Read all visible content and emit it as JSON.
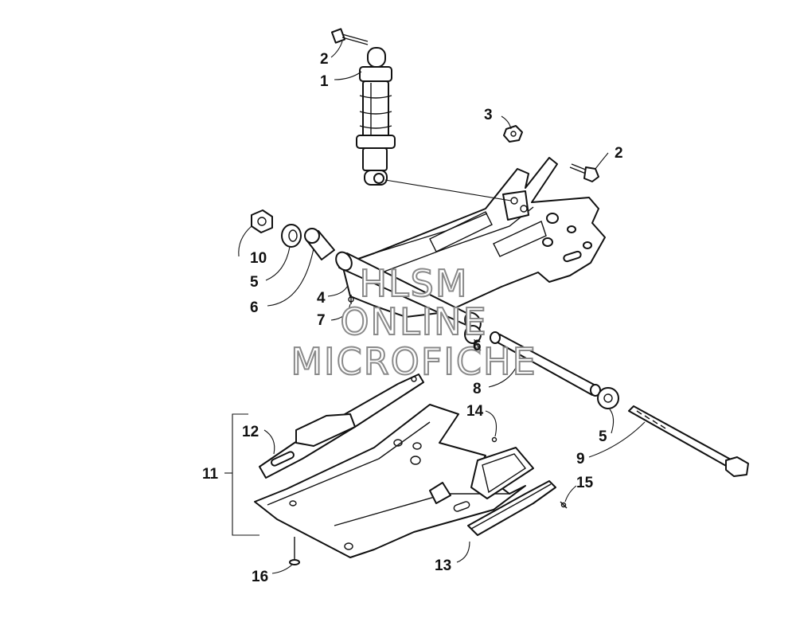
{
  "watermark": {
    "line1": "HLSM",
    "line2": "ONLINE",
    "line3": "MICROFICHE"
  },
  "callouts": {
    "c1": "1",
    "c2a": "2",
    "c2b": "2",
    "c3": "3",
    "c4": "4",
    "c5a": "5",
    "c5b": "5",
    "c6a": "6",
    "c6b": "6",
    "c7": "7",
    "c8": "8",
    "c9": "9",
    "c10": "10",
    "c11": "11",
    "c12": "12",
    "c13": "13",
    "c14": "14",
    "c15": "15",
    "c16": "16"
  },
  "colors": {
    "line": "#111111",
    "watermark_stroke": "#8a8a8a",
    "background": "#ffffff"
  }
}
